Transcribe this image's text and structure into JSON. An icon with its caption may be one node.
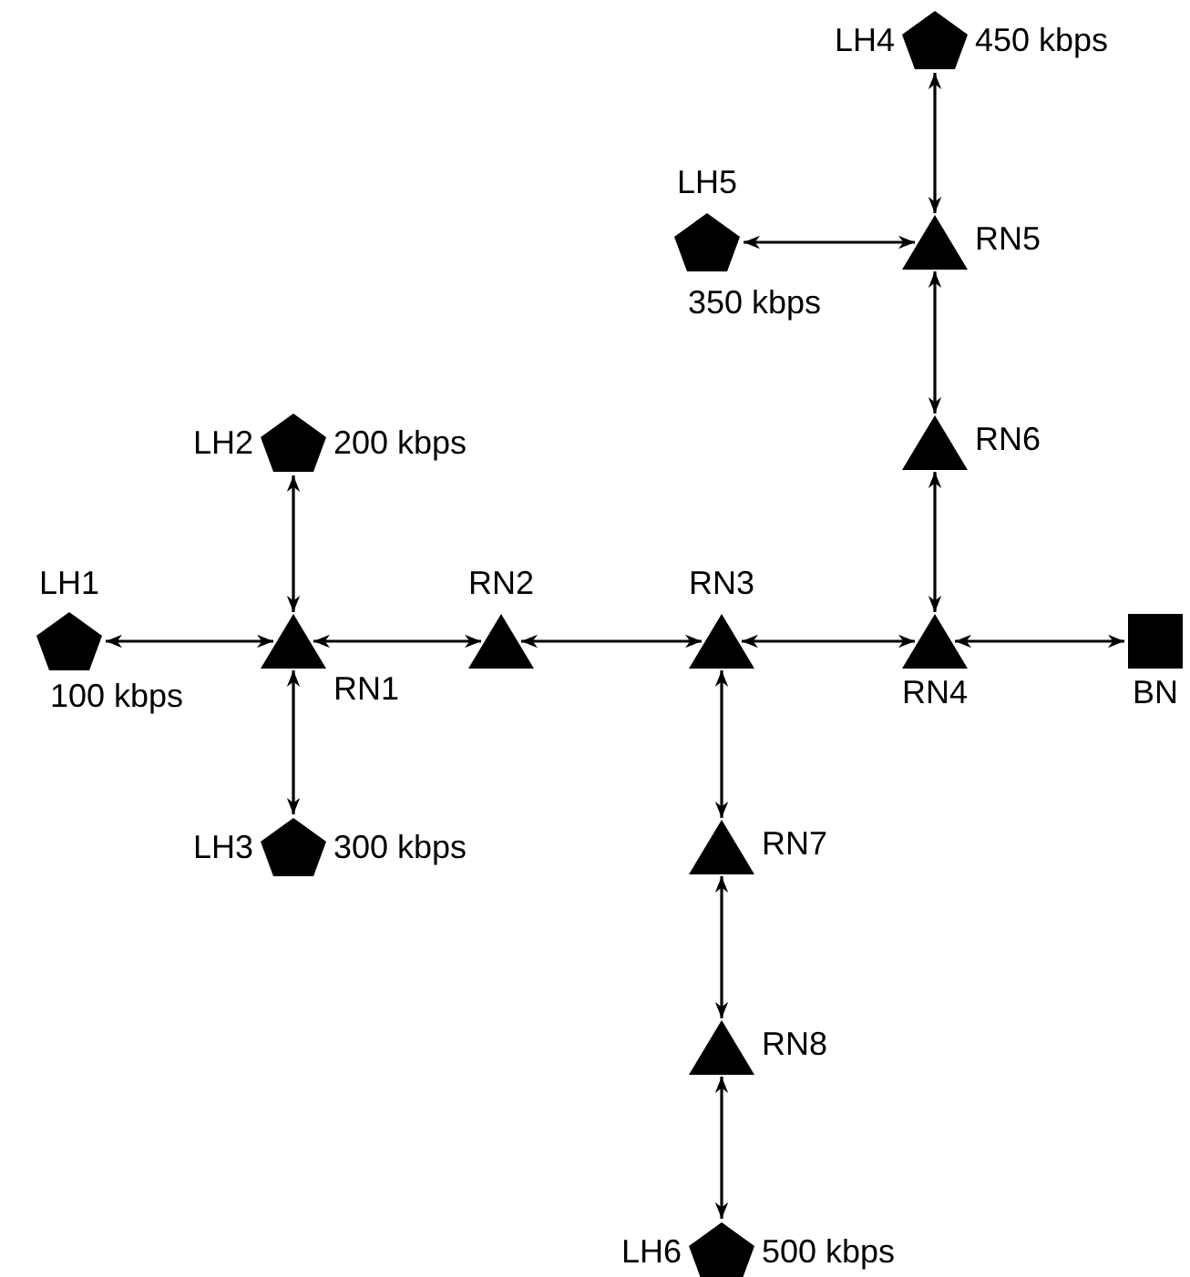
{
  "diagram": {
    "nodes": [
      {
        "text": [
          "LH4"
        ],
        "beside": [
          "450 kbps"
        ]
      },
      {
        "text": [
          "LH5"
        ],
        "beside": [
          "350 kbps"
        ]
      },
      {
        "text": [
          "RN5"
        ]
      },
      {
        "text": [
          "RN6"
        ]
      },
      {
        "text": [
          "LH2"
        ],
        "beside": [
          "200 kbps"
        ]
      },
      {
        "text": [
          "LH1"
        ],
        "beside": [
          "100 kbps"
        ]
      },
      {
        "text": [
          "RN1"
        ]
      },
      {
        "text": [
          "RN2"
        ]
      },
      {
        "text": [
          "RN3"
        ]
      },
      {
        "text": [
          "RN4"
        ]
      },
      {
        "text": [
          "BN"
        ]
      },
      {
        "text": [
          "LH3"
        ],
        "beside": [
          "300 kbps"
        ]
      },
      {
        "text": [
          "RN7"
        ]
      },
      {
        "text": [
          "RN8"
        ]
      },
      {
        "text": [
          "LH6"
        ],
        "beside": [
          "500 kbps"
        ]
      }
    ],
    "edges": [
      {
        "from": 0,
        "to": 2,
        "arrow": "both"
      },
      {
        "from": 1,
        "to": 2,
        "arrow": "both"
      },
      {
        "from": 2,
        "to": 3,
        "arrow": "both"
      },
      {
        "from": 3,
        "to": 9,
        "arrow": "both"
      },
      {
        "from": 4,
        "to": 6,
        "arrow": "both"
      },
      {
        "from": 5,
        "to": 6,
        "arrow": "both"
      },
      {
        "from": 6,
        "to": 7,
        "arrow": "both"
      },
      {
        "from": 7,
        "to": 8,
        "arrow": "both"
      },
      {
        "from": 8,
        "to": 9,
        "arrow": "both"
      },
      {
        "from": 9,
        "to": 10,
        "arrow": "both"
      },
      {
        "from": 6,
        "to": 11,
        "arrow": "both"
      },
      {
        "from": 8,
        "to": 12,
        "arrow": "both"
      },
      {
        "from": 12,
        "to": 13,
        "arrow": "both"
      },
      {
        "from": 13,
        "to": 14,
        "arrow": "both"
      }
    ]
  }
}
